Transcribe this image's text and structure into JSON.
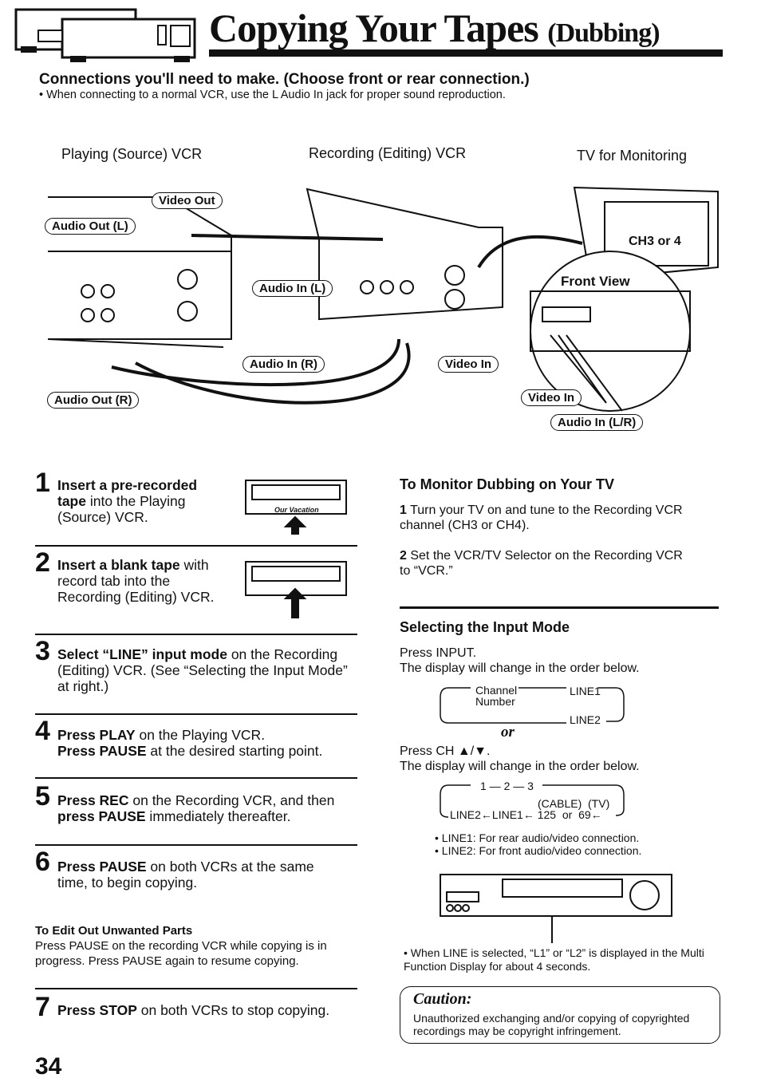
{
  "header": {
    "title": "Copying Your Tapes",
    "title_suffix": "(Dubbing)"
  },
  "connections": {
    "heading": "Connections you'll need to make. (Choose front or rear connection.)",
    "note": "When connecting to a normal VCR, use the L Audio In jack for proper sound reproduction."
  },
  "diagram": {
    "source_label": "Playing (Source) VCR",
    "recording_label": "Recording (Editing) VCR",
    "tv_label": "TV for Monitoring",
    "callouts": {
      "video_out": "Video Out",
      "audio_out_l": "Audio Out (L)",
      "audio_in_l": "Audio In (L)",
      "audio_in_r": "Audio In (R)",
      "video_in": "Video In",
      "audio_out_r": "Audio Out (R)",
      "front_view": "Front View",
      "ch3_or_4": "CH3 or 4",
      "front_video_in": "Video In",
      "front_audio_in": "Audio In (L/R)"
    }
  },
  "steps": [
    {
      "n": "1",
      "bold": "Insert a pre-recorded tape",
      "rest": " into the Playing (Source) VCR."
    },
    {
      "n": "2",
      "bold": "Insert a blank tape",
      "rest": " with record tab into the Recording (Editing) VCR."
    },
    {
      "n": "3",
      "bold": "Select “LINE” input mode",
      "rest": " on the Recording (Editing) VCR. (See “Selecting the Input Mode” at right.)"
    },
    {
      "n": "4",
      "bold": "Press PLAY",
      "rest": " on the Playing VCR.",
      "bold2": "Press PAUSE",
      "rest2": " at the desired starting point."
    },
    {
      "n": "5",
      "bold": "Press REC",
      "rest": " on the Recording VCR, and then ",
      "bold2": "press PAUSE",
      "rest2": " immediately thereafter."
    },
    {
      "n": "6",
      "bold": "Press PAUSE",
      "rest": " on both VCRs at the same time, to begin copying."
    },
    {
      "n": "7",
      "bold": "Press STOP",
      "rest": " on both VCRs to stop copying."
    }
  ],
  "cassette_label": "Our Vacation",
  "edit_out": {
    "heading": "To Edit Out Unwanted Parts",
    "body": "Press PAUSE on the recording VCR while copying is in progress. Press PAUSE again to resume copying."
  },
  "monitor": {
    "heading": "To Monitor Dubbing on Your TV",
    "items": [
      {
        "n": "1",
        "text": "Turn your TV on and tune to the Recording VCR channel (CH3 or CH4)."
      },
      {
        "n": "2",
        "text": "Set the VCR/TV Selector on the Recording VCR to “VCR.”"
      }
    ]
  },
  "input_mode": {
    "heading": "Selecting the Input Mode",
    "press_input": "Press INPUT.",
    "order1": "The display will change in the order below.",
    "cycle1": {
      "a": "Channel",
      "b": "Number",
      "c": "LINE1",
      "d": "LINE2"
    },
    "or": "or",
    "press_ch": "Press CH ▲/▼.",
    "order2": "The display will change in the order below.",
    "cycle2": {
      "top": "1 — 2 — 3",
      "cable": "(CABLE)",
      "tv": "(TV)",
      "bottom": "LINE2←LINE1← 125  or  69←"
    },
    "bullets": [
      "LINE1: For rear audio/video connection.",
      "LINE2: For front audio/video connection."
    ],
    "note": "When LINE is selected, “L1” or “L2” is displayed in the Multi Function Display for about 4 seconds."
  },
  "caution": {
    "heading": "Caution:",
    "body": "Unauthorized exchanging and/or copying of copyrighted recordings may be copyright infringement."
  },
  "page_number": "34"
}
